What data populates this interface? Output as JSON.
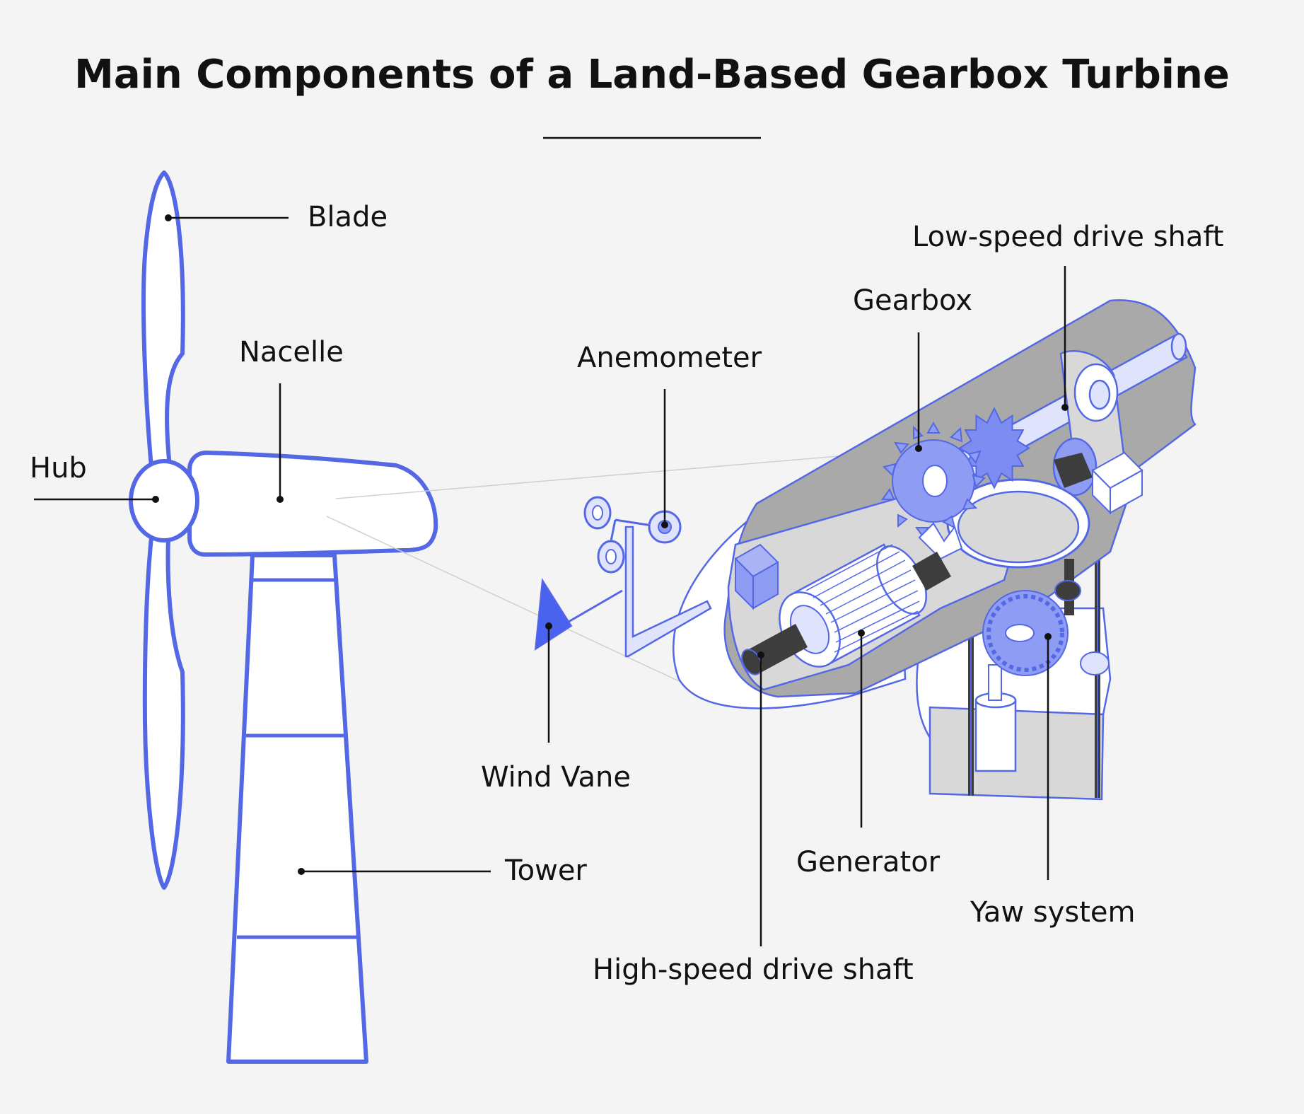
{
  "title": "Main Components of a Land-Based Gearbox Turbine",
  "colors": {
    "outline": "#5468e6",
    "accent_fill": "#8e9cf4",
    "housing_grey": "#a9a9a9",
    "light_grey": "#d8d8d8",
    "dark_shaft": "#3d3d3d",
    "background": "#f4f4f4"
  },
  "labels": {
    "blade": "Blade",
    "nacelle": "Nacelle",
    "hub": "Hub",
    "tower": "Tower",
    "anemometer": "Anemometer",
    "wind_vane": "Wind Vane",
    "gearbox": "Gearbox",
    "low_speed_shaft": "Low-speed drive shaft",
    "generator": "Generator",
    "yaw_system": "Yaw system",
    "high_speed_shaft": "High-speed drive shaft"
  }
}
